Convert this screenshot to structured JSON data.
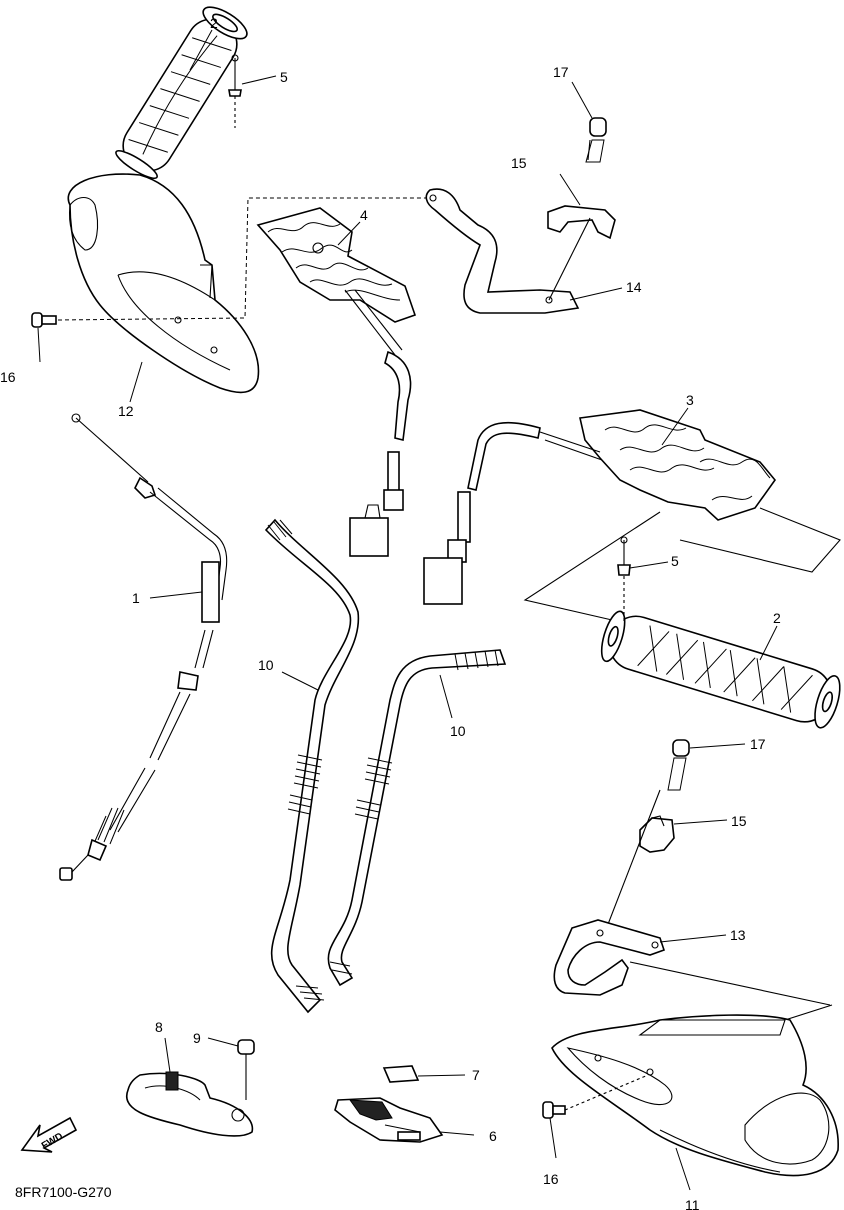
{
  "diagram_code": "8FR7100-G270",
  "fwd_badge": "FWD",
  "callouts": {
    "c1": "1",
    "c2a": "2",
    "c2b": "2",
    "c3": "3",
    "c4": "4",
    "c5a": "5",
    "c5b": "5",
    "c6": "6",
    "c7": "7",
    "c8": "8",
    "c9": "9",
    "c10a": "10",
    "c10b": "10",
    "c11": "11",
    "c12": "12",
    "c13": "13",
    "c14": "14",
    "c15a": "15",
    "c15b": "15",
    "c16a": "16",
    "c16b": "16",
    "c17a": "17",
    "c17b": "17"
  }
}
